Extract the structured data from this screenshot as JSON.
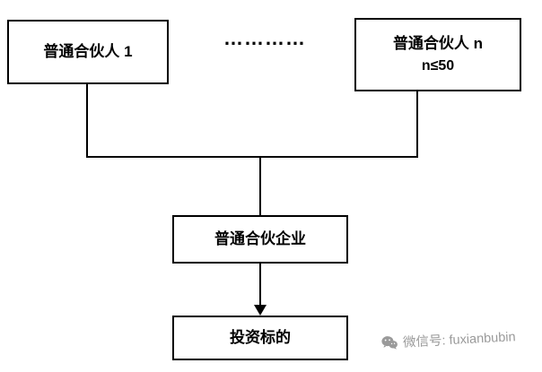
{
  "diagram": {
    "general_partner_1": "普通合伙人 1",
    "ellipsis": "…………",
    "general_partner_n": "普通合伙人 n",
    "partner_limit": "n≤50",
    "partnership_enterprise": "普通合伙企业",
    "investment_target": "投资标的"
  },
  "watermark": {
    "text": "微信号: fuxianbubin",
    "color": "#9a9a9a"
  },
  "colors": {
    "line": "#000000",
    "box_border": "#000000",
    "background": "#ffffff"
  }
}
